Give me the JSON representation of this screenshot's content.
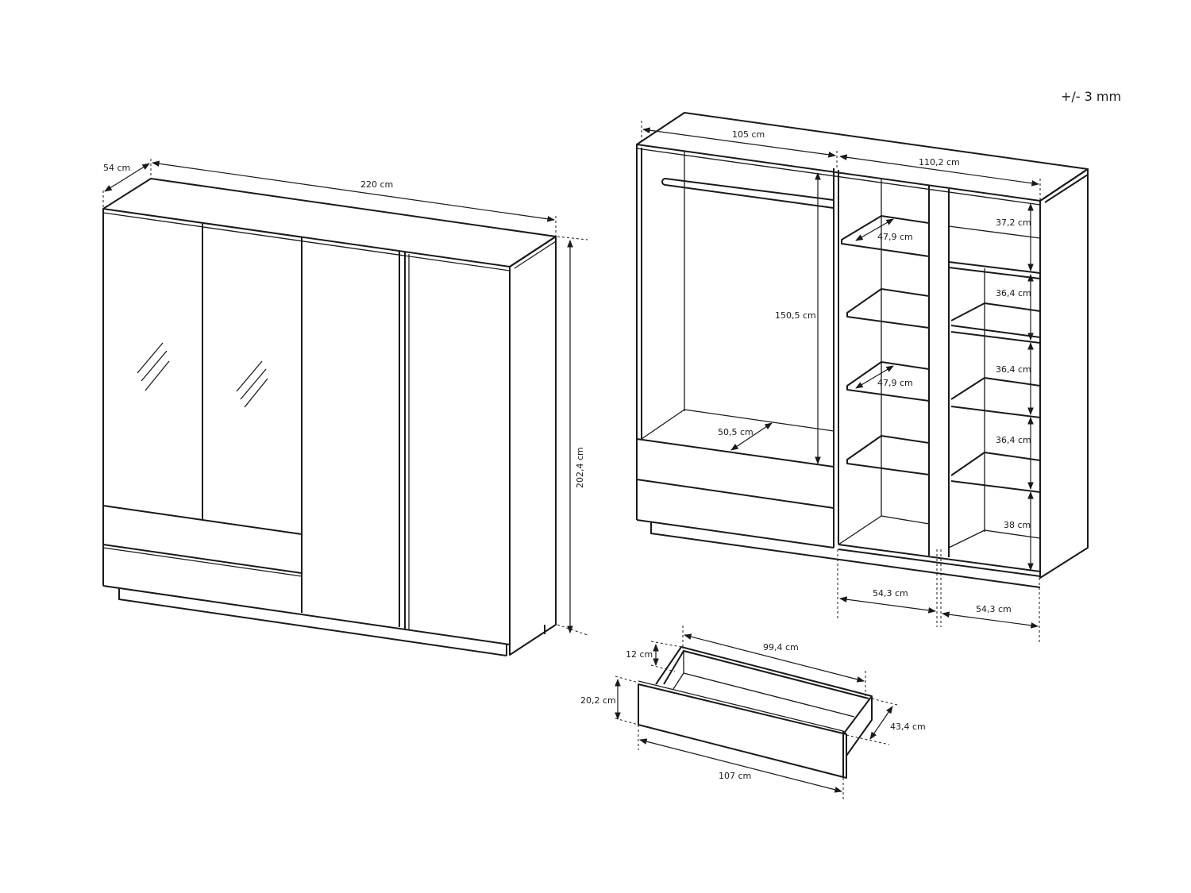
{
  "tolerance": "+/- 3 mm",
  "closed_view": {
    "depth": "54 cm",
    "width": "220 cm",
    "height": "202,4 cm"
  },
  "open_view": {
    "left_section_width": "105 cm",
    "right_section_width": "110,2 cm",
    "hanging_height": "150,5 cm",
    "bottom_depth": "50,5 cm",
    "shelf_depth_top": "47,9 cm",
    "shelf_depth_mid": "47,9 cm",
    "compartment_heights": [
      "37,2 cm",
      "36,4 cm",
      "36,4 cm",
      "36,4 cm",
      "38 cm"
    ],
    "bay_width_left": "54,3 cm",
    "bay_width_right": "54,3 cm"
  },
  "drawer": {
    "inner_length": "99,4 cm",
    "side_height": "12 cm",
    "front_height": "20,2 cm",
    "depth": "43,4 cm",
    "front_length": "107 cm"
  }
}
